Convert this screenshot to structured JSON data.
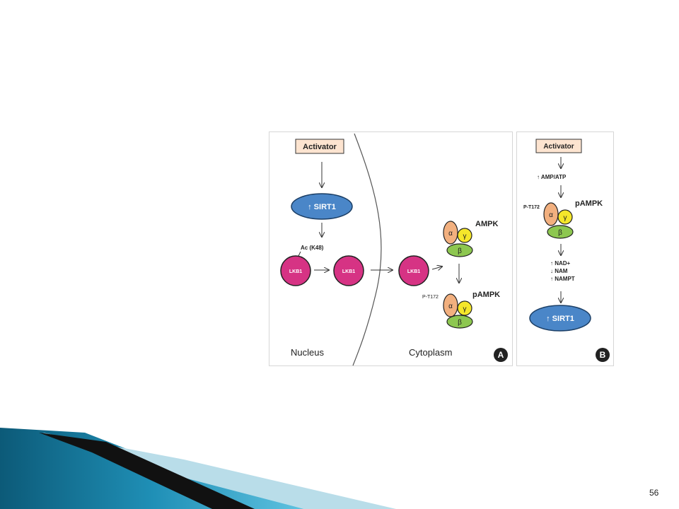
{
  "slide": {
    "page_number": "56"
  },
  "colors": {
    "activator_fill": "#fde4d0",
    "sirt1_fill": "#4a86c8",
    "lkb1_fill": "#d63384",
    "alpha_fill": "#f2b07f",
    "gamma_fill": "#f5e62a",
    "beta_fill": "#8dc750"
  },
  "panel_a": {
    "activator": "Activator",
    "sirt1": "↑ SIRT1",
    "acetyl_label": "Ac (K48)",
    "lkb1_1": "LKB1",
    "lkb1_2": "LKB1",
    "lkb1_3": "LKB1",
    "ampk_label": "AMPK",
    "pampk_label": "pAMPK",
    "phospho_label": "P-T172",
    "alpha": "α",
    "gamma": "γ",
    "beta": "β",
    "nucleus": "Nucleus",
    "cytoplasm": "Cytoplasm",
    "panel_letter": "A"
  },
  "panel_b": {
    "activator": "Activator",
    "amp_atp": "↑ AMP/ATP",
    "phospho_label": "P-T172",
    "pampk_label": "pAMPK",
    "alpha": "α",
    "gamma": "γ",
    "beta": "β",
    "nad": "↑ NAD+",
    "nam": "↓ NAM",
    "nampt": "↑ NAMPT",
    "sirt1": "↑ SIRT1",
    "panel_letter": "B"
  }
}
